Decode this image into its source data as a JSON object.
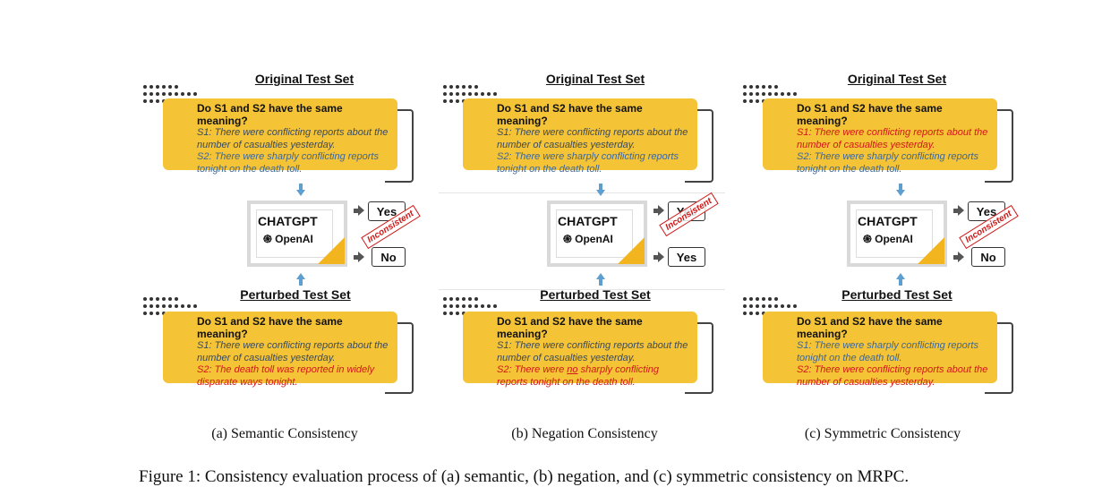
{
  "panels": [
    {
      "original_header": "Original Test Set",
      "question": "Do S1 and S2 have the same meaning?",
      "orig_s1": "S1: There were conflicting reports about the number of casualties yesterday.",
      "orig_s2": "S2: There were sharply conflicting reports tonight on the death toll.",
      "model_name": "CHATGPT",
      "model_org": "OpenAI",
      "answer_top": "Yes",
      "answer_bottom": "No",
      "stamp": "Inconsistent",
      "perturbed_header": "Perturbed Test Set",
      "pert_s1": "S1: There were conflicting reports about the number of casualties yesterday.",
      "pert_s2": "S2: The death toll was reported in widely disparate ways tonight.",
      "subcaption": "(a) Semantic Consistency"
    },
    {
      "original_header": "Original Test Set",
      "question": "Do S1 and S2 have the same meaning?",
      "orig_s1": "S1: There were conflicting reports about the number of casualties yesterday.",
      "orig_s2": "S2: There were sharply conflicting reports tonight on the death toll.",
      "model_name": "CHATGPT",
      "model_org": "OpenAI",
      "answer_top": "Yes",
      "answer_bottom": "Yes",
      "stamp": "Inconsistent",
      "perturbed_header": "Perturbed Test Set",
      "pert_s1": "S1: There were conflicting reports about the number of casualties yesterday.",
      "pert_s2_a": "S2: There were ",
      "pert_s2_no": "no",
      "pert_s2_b": " sharply conflicting reports tonight on the death toll.",
      "subcaption": "(b) Negation Consistency"
    },
    {
      "original_header": "Original Test Set",
      "question": "Do S1 and S2 have the same meaning?",
      "orig_s1": "S1: There were conflicting reports about the number of casualties yesterday.",
      "orig_s2": "S2: There were sharply conflicting reports tonight on the death toll.",
      "model_name": "CHATGPT",
      "model_org": "OpenAI",
      "answer_top": "Yes",
      "answer_bottom": "No",
      "stamp": "Inconsistent",
      "perturbed_header": "Perturbed Test Set",
      "pert_s1": "S1: There were sharply conflicting reports tonight on the death toll.",
      "pert_s2": "S2: There were conflicting reports about the number of casualties yesterday.",
      "subcaption": "(c) Symmetric Consistency"
    }
  ],
  "caption": "Figure 1: Consistency evaluation process of (a) semantic, (b) negation, and (c) symmetric consistency on MRPC.",
  "colors": {
    "card": "#f5c336",
    "red": "#d01818",
    "blue": "#3d6796",
    "arrow": "#5e9fcf"
  }
}
